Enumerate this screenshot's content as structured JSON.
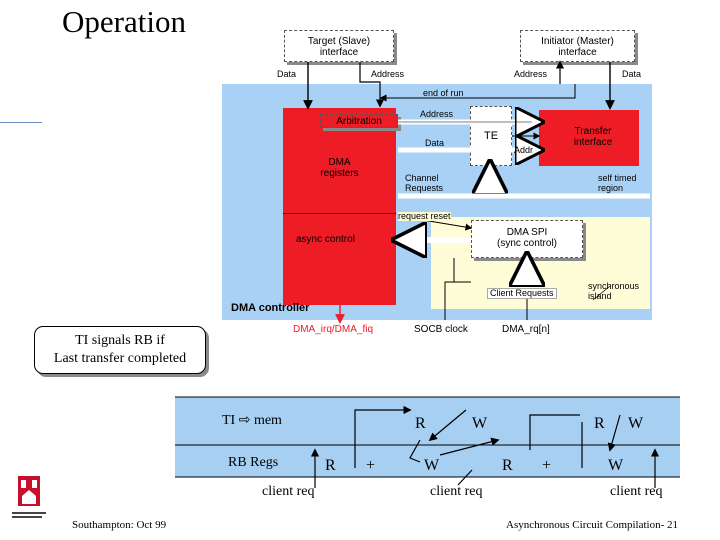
{
  "title": "Operation",
  "interfaces": {
    "target": "Target (Slave)\ninterface",
    "initiator": "Initiator (Master)\ninterface"
  },
  "wires": {
    "data_left": "Data",
    "address_left": "Address",
    "address_right": "Address",
    "data_right": "Data",
    "end_of_run": "end of run",
    "inner_address": "Address",
    "inner_data": "Data",
    "addr": "Addr",
    "channel_requests": "Channel\nRequests",
    "request_reset": "request reset",
    "client_requests": "Client Requests",
    "dma_irq": "DMA_irq/DMA_fiq",
    "socb_clock": "SOCB clock",
    "dma_rq": "DMA_rq[n]"
  },
  "blocks": {
    "arbitration": "Arbitration",
    "dma_registers": "DMA\nregisters",
    "te": "TE",
    "transfer_interface": "Transfer\ninterface",
    "async_control": "async control",
    "dma_spi": "DMA SPI\n(sync control)",
    "self_timed_region": "self timed\nregion",
    "synchronous_island": "synchronous\nisland",
    "dma_controller": "DMA controller"
  },
  "callout": "TI signals RB if\nLast transfer completed",
  "timing": {
    "row1_label": "TI ⇨ mem",
    "row2_label": "RB Regs",
    "client_req": "client req",
    "tokens_top": [
      "R",
      "W",
      "R",
      "W"
    ],
    "tokens_bottom": [
      "R",
      "+",
      "W",
      "R",
      "+",
      "W"
    ]
  },
  "footer": {
    "left": "Southampton: Oct 99",
    "right": "Asynchronous Circuit Compilation- 21"
  },
  "colors": {
    "light_blue": "#a9d1f5",
    "red": "#ee1c24",
    "cream": "#fffcd8",
    "panel_blue": "#a7cff2"
  }
}
